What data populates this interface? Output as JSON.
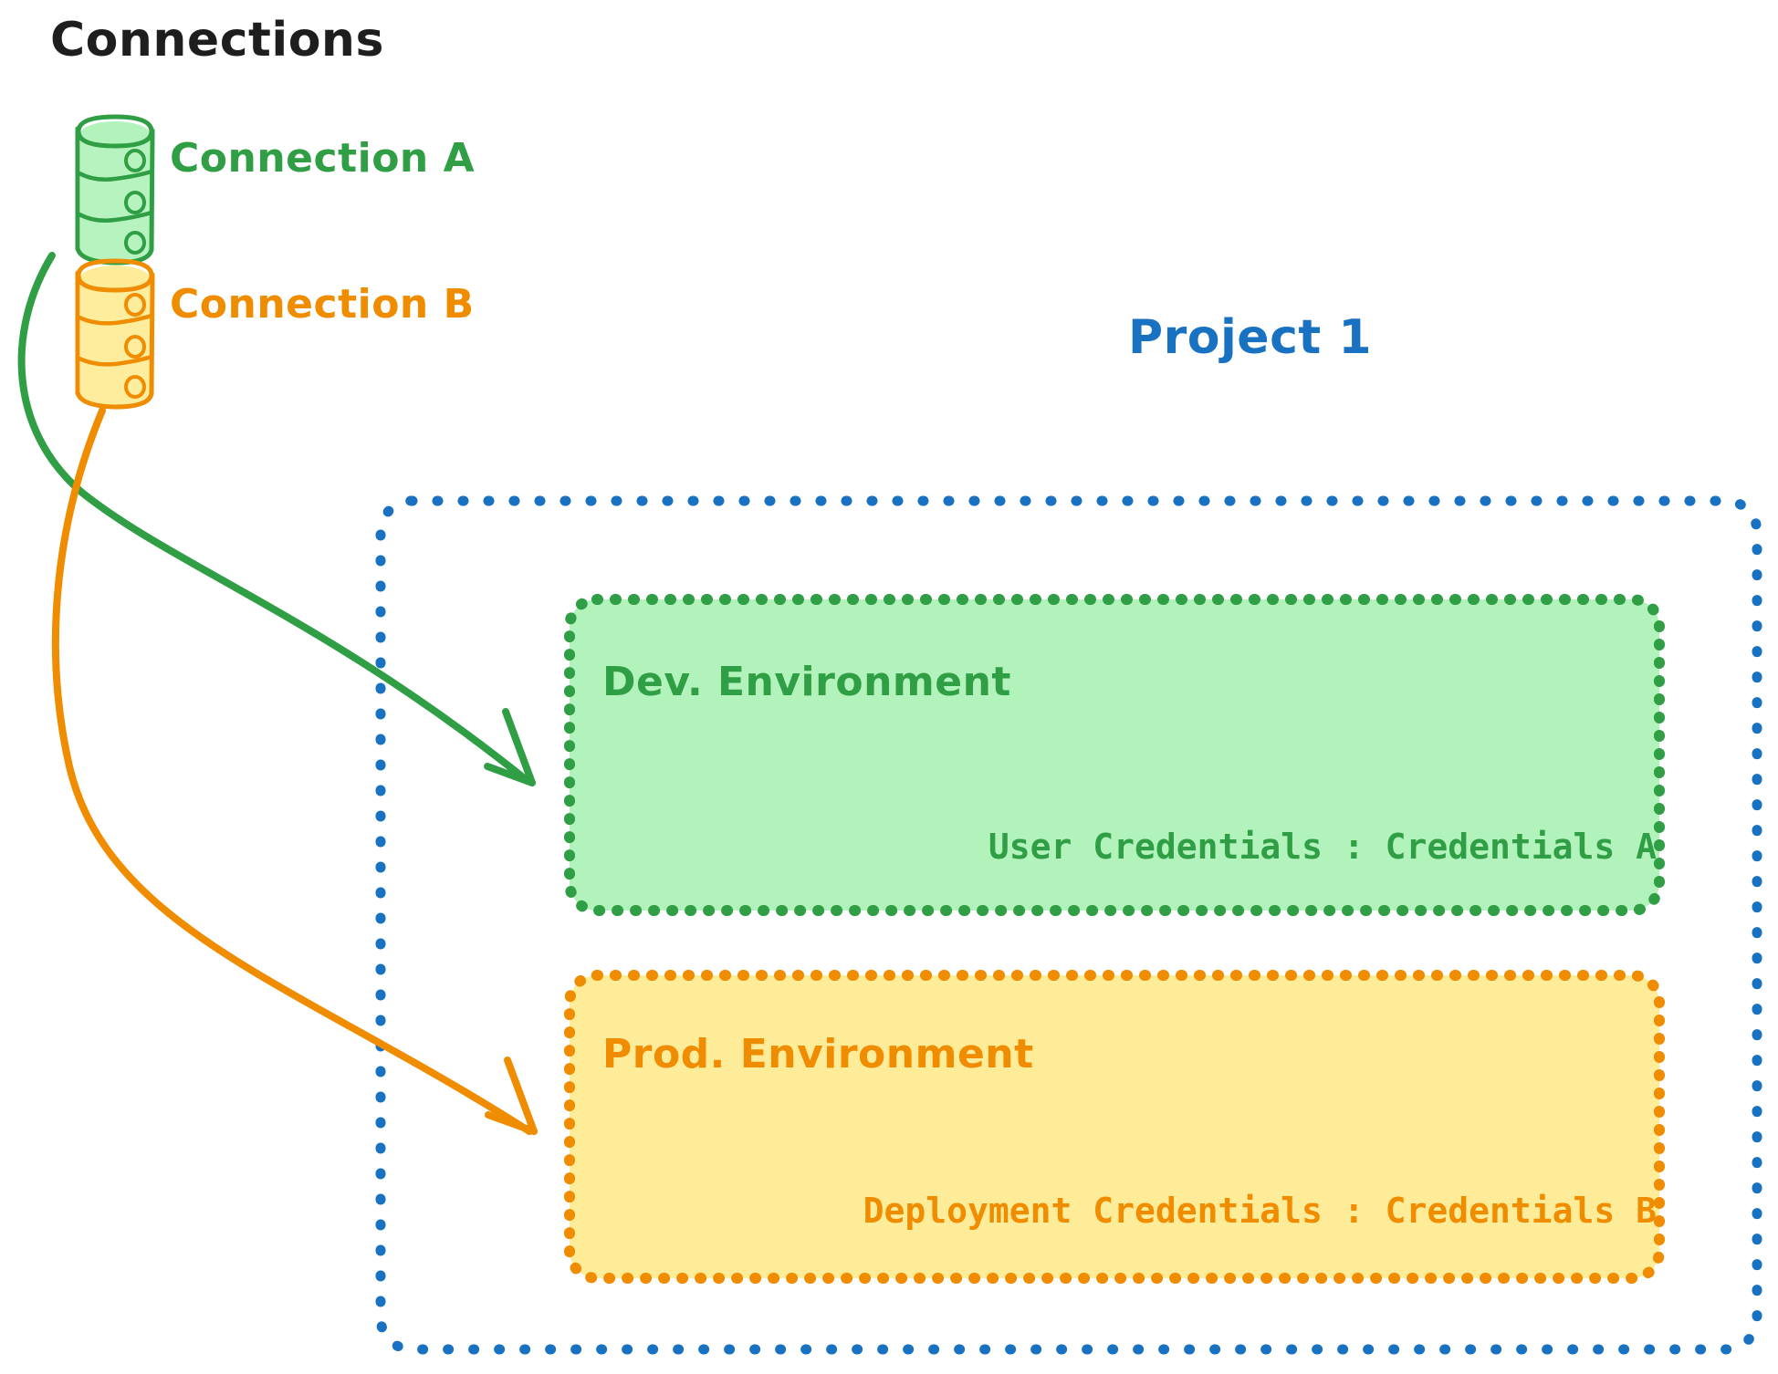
{
  "diagram": {
    "title": "Connections",
    "colors": {
      "green_stroke": "#2f9e44",
      "green_fill": "#b2f2bb",
      "orange_stroke": "#f08c00",
      "orange_fill": "#ffec99",
      "blue_stroke": "#1971c2",
      "text_dark": "#1e1e1e",
      "background": "#ffffff"
    },
    "connections": [
      {
        "id": "connection-a",
        "label": "Connection A",
        "icon": "database-cylinder-icon",
        "color": "#2f9e44"
      },
      {
        "id": "connection-b",
        "label": "Connection B",
        "icon": "database-cylinder-icon",
        "color": "#f08c00"
      }
    ],
    "project": {
      "label": "Project 1",
      "color": "#1971c2",
      "environments": [
        {
          "id": "dev-environment",
          "title": "Dev. Environment",
          "credentials_label": "User Credentials : Credentials A",
          "color": "#2f9e44"
        },
        {
          "id": "prod-environment",
          "title": "Prod. Environment",
          "credentials_label": "Deployment Credentials : Credentials B",
          "color": "#f08c00"
        }
      ]
    },
    "arrows": [
      {
        "id": "arrow-connection-a-to-dev",
        "from": "connection-a",
        "to": "dev-environment",
        "color": "#2f9e44"
      },
      {
        "id": "arrow-connection-b-to-prod",
        "from": "connection-b",
        "to": "prod-environment",
        "color": "#f08c00"
      }
    ]
  }
}
